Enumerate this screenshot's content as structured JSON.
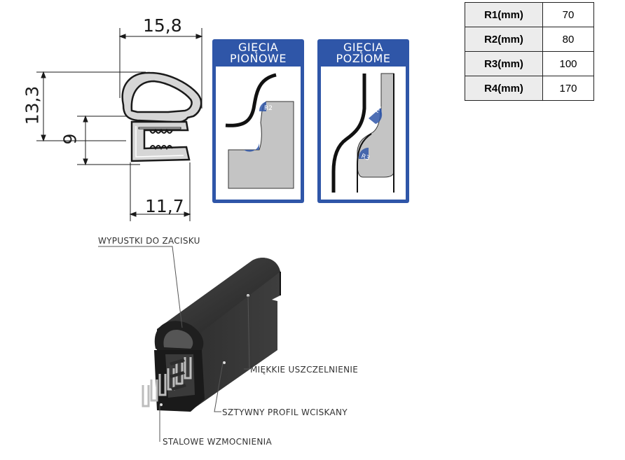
{
  "dimensions": {
    "width": "15,8",
    "height_total": "13,3",
    "height_clip": "9",
    "width_clip": "11,7"
  },
  "bends": {
    "vertical_title_1": "GIĘCIA",
    "vertical_title_2": "PIONOWE",
    "horizontal_title_1": "GIĘCIA",
    "horizontal_title_2": "POZIOME",
    "r1": "R1",
    "r2": "R2",
    "r3": "R3",
    "r4": "R4"
  },
  "radii_table": [
    {
      "key": "R1(mm)",
      "value": "70"
    },
    {
      "key": "R2(mm)",
      "value": "80"
    },
    {
      "key": "R3(mm)",
      "value": "100"
    },
    {
      "key": "R4(mm)",
      "value": "170"
    }
  ],
  "callouts": {
    "clamp_tabs": "WYPUSTKI DO ZACISKU",
    "soft_seal": "MIĘKKIE USZCZELNIENIE",
    "rigid_profile": "SZTYWNY PROFIL WCISKANY",
    "steel_reinforcement": "STALOWE WZMOCNIENIA"
  },
  "colors": {
    "panel_blue": "#2f56a8",
    "profile_black": "#1c1c1c",
    "fill_grey": "#c9c9c9"
  }
}
